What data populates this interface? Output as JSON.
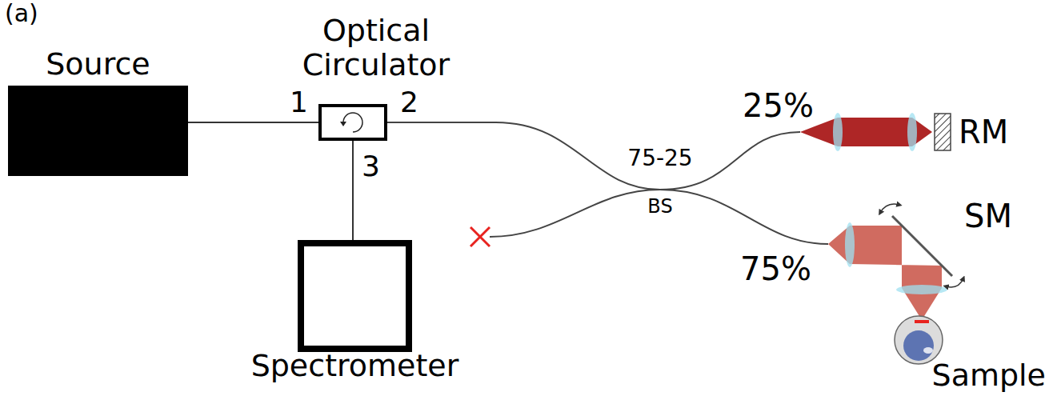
{
  "diagram": {
    "nodes": [
      {
        "text": [
          "Source"
        ]
      },
      {
        "text": [
          "Optical Circulator"
        ]
      },
      {
        "text": [
          "Spectrometer"
        ]
      }
    ],
    "edges": [
      {
        "from": 0,
        "to": 1,
        "arrow": "none"
      },
      {
        "from": 1,
        "to": 2,
        "arrow": "none"
      }
    ],
    "labels": [
      "(a)",
      "1",
      "2",
      "3",
      "75-25",
      "BS",
      "25%",
      "75%",
      "RM",
      "SM",
      "Sample"
    ]
  }
}
